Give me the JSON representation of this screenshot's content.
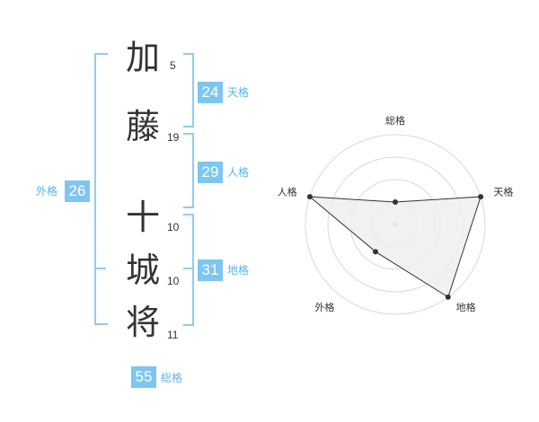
{
  "name": {
    "chars": [
      {
        "char": "加",
        "strokes": "5"
      },
      {
        "char": "藤",
        "strokes": "19"
      },
      {
        "char": "十",
        "strokes": "10"
      },
      {
        "char": "城",
        "strokes": "10"
      },
      {
        "char": "将",
        "strokes": "11"
      }
    ]
  },
  "fortunes": {
    "tenkaku": {
      "value": "24",
      "label": "天格"
    },
    "jinkaku": {
      "value": "29",
      "label": "人格"
    },
    "chikaku": {
      "value": "31",
      "label": "地格"
    },
    "gaikaku": {
      "value": "26",
      "label": "外格"
    },
    "soukaku": {
      "value": "55",
      "label": "総格"
    }
  },
  "chart_data": {
    "type": "radar",
    "axes": [
      "総格",
      "天格",
      "地格",
      "外格",
      "人格"
    ],
    "values": [
      1,
      4,
      4,
      1.5,
      4
    ],
    "rmax": 4,
    "rings": 4,
    "colors": {
      "fill": "#efefef",
      "line": "#333333",
      "point": "#333333",
      "grid": "#d9d9d9",
      "center": "#bbbbbb"
    }
  },
  "colors": {
    "accent": "#7dc6f0",
    "bracket": "#8fcdef",
    "label": "#5ab4e8"
  }
}
